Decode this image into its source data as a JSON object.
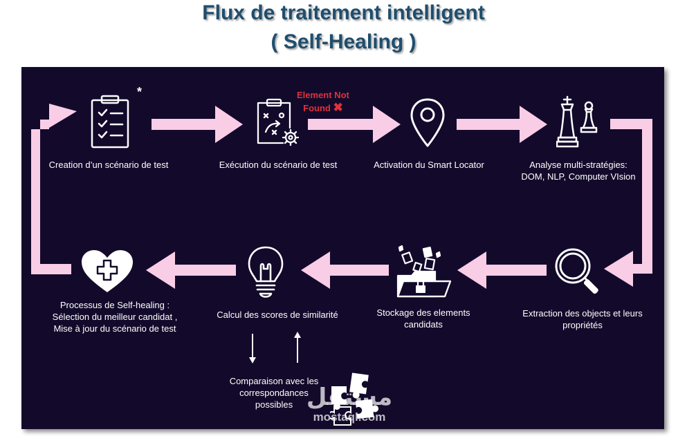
{
  "title": {
    "line1": "Flux de traitement intelligent",
    "line2": "( Self-Healing )"
  },
  "colors": {
    "panel_bg": "#130a2b",
    "arrow": "#f9cde6",
    "title": "#1f4e6e",
    "error": "#e0313a",
    "text": "#ffffff"
  },
  "annotations": {
    "asterisk": "*",
    "element_not_found_line1": "Element Not",
    "element_not_found_line2": "Found",
    "error_mark": "✖"
  },
  "steps": [
    {
      "id": "creation",
      "icon": "checklist-clipboard-icon",
      "label": "Creation d’un scénario de test"
    },
    {
      "id": "execution",
      "icon": "strategy-clipboard-gear-icon",
      "label": "Exécution du scénario de test"
    },
    {
      "id": "smart_locator",
      "icon": "location-pin-icon",
      "label": "Activation du Smart Locator"
    },
    {
      "id": "analyse",
      "icon": "chess-pieces-icon",
      "label_line1": "Analyse multi-stratégies:",
      "label_line2": "DOM, NLP, Computer VIsion"
    },
    {
      "id": "extraction",
      "icon": "magnifier-icon",
      "label_line1": "Extraction des objects et leurs",
      "label_line2": "propriétés"
    },
    {
      "id": "stockage",
      "icon": "folder-lock-icon",
      "label_line1": "Stockage des elements",
      "label_line2": "candidats"
    },
    {
      "id": "calcul",
      "icon": "lightbulb-icon",
      "label": "Calcul des scores de similarité"
    },
    {
      "id": "self_healing",
      "icon": "heart-medical-icon",
      "label_line1": "Processus de Self-healing :",
      "label_line2": "Sélection du meilleur candidat ,",
      "label_line3": "Mise à jour du scénario de test"
    },
    {
      "id": "comparaison",
      "icon": "puzzle-icon",
      "label_line1": "Comparaison avec les",
      "label_line2": "correspondances",
      "label_line3": "possibles"
    }
  ],
  "watermark": {
    "arabic": "مستقل",
    "latin": "mostaql.com"
  }
}
